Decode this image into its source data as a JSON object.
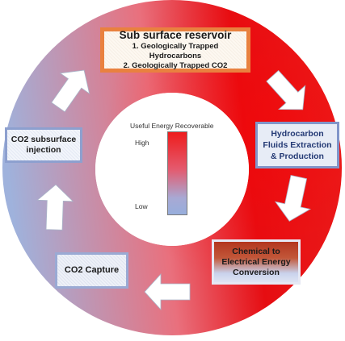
{
  "colors": {
    "ring_red": "#e60d12",
    "ring_blue": "#9fb2dc",
    "reservoir_border": "#e9813f",
    "extraction_border": "#8195c9",
    "extraction_text": "#243a75",
    "conversion_fill": "#b3361f",
    "legend_high": "#ee1c1c",
    "legend_low": "#97aedc"
  },
  "boxes": {
    "reservoir": {
      "title": "Sub surface reservoir",
      "line1": "1. Geologically Trapped Hydrocarbons",
      "line2": "2. Geologically Trapped CO2"
    },
    "extraction": {
      "lines": [
        "Hydrocarbon",
        "Fluids Extraction",
        "& Production"
      ]
    },
    "conversion": {
      "lines": [
        "Chemical to",
        "Electrical Energy",
        "Conversion"
      ]
    },
    "capture": {
      "label": "CO2 Capture"
    },
    "injection": {
      "lines": [
        "CO2 subsurface",
        "injection"
      ]
    }
  },
  "legend": {
    "title": "Useful Energy Recoverable",
    "high": "High",
    "low": "Low"
  },
  "arrows": [
    "arrow-top-right",
    "arrow-right",
    "arrow-bottom",
    "arrow-left-lower",
    "arrow-left-upper"
  ]
}
